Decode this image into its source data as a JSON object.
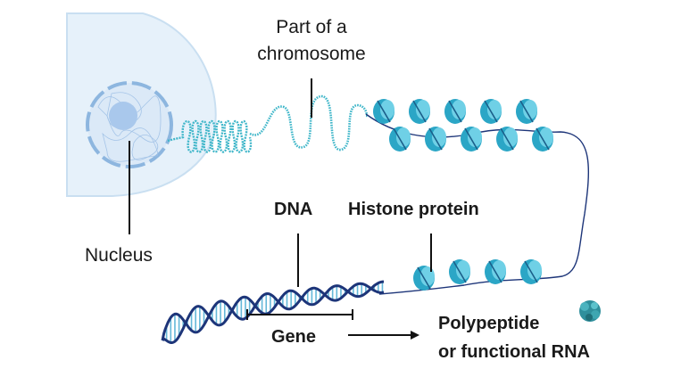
{
  "labels": {
    "chromosome_line1": "Part of a",
    "chromosome_line2": "chromosome",
    "nucleus": "Nucleus",
    "dna": "DNA",
    "histone": "Histone protein",
    "gene": "Gene",
    "product_line1": "Polypeptide",
    "product_line2": "or functional RNA"
  },
  "colors": {
    "cell_fill": "#e6f1fa",
    "cell_edge": "#c9dff1",
    "nucleus_ring": "#8db6df",
    "nucleolus": "#a9c8ec",
    "coil": "#3fb6c9",
    "histone_face": "#2ba6c6",
    "histone_top": "#6fd0e6",
    "dna_strand": "#1d3579",
    "dna_rung": "#64b8d8",
    "protein": "#2f8f9c",
    "line": "#111111"
  }
}
